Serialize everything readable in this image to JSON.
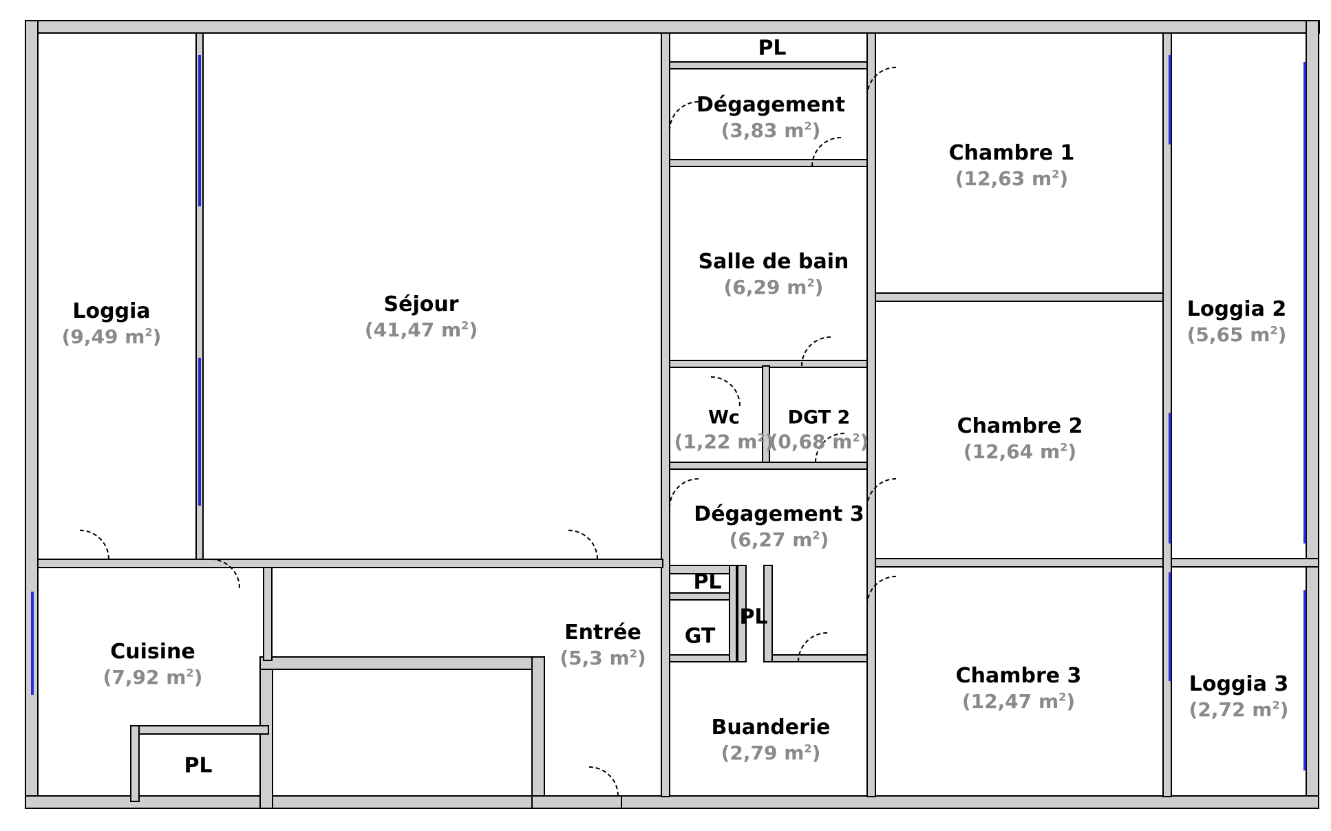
{
  "plan": {
    "area_prefix": "(",
    "area_unit": "m",
    "area_suffix": ")",
    "area_exponent": "2",
    "colors": {
      "wall_fill": "#cfcfcf",
      "wall_stroke": "#000000",
      "window": "#2b2bd6",
      "area_text": "#8a8a8a",
      "label_text": "#000000"
    },
    "rooms": [
      {
        "name": "Loggia",
        "area": "9,49"
      },
      {
        "name": "Séjour",
        "area": "41,47"
      },
      {
        "name": "PL",
        "area": ""
      },
      {
        "name": "Dégagement",
        "area": "3,83"
      },
      {
        "name": "Salle de bain",
        "area": "6,29"
      },
      {
        "name": "Chambre 1",
        "area": "12,63"
      },
      {
        "name": "Loggia 2",
        "area": "5,65"
      },
      {
        "name": "Wc",
        "area": "1,22"
      },
      {
        "name": "DGT 2",
        "area": "0,68"
      },
      {
        "name": "Chambre 2",
        "area": "12,64"
      },
      {
        "name": "Dégagement 3",
        "area": "6,27"
      },
      {
        "name": "PL",
        "area": ""
      },
      {
        "name": "PL",
        "area": ""
      },
      {
        "name": "GT",
        "area": ""
      },
      {
        "name": "Cuisine",
        "area": "7,92"
      },
      {
        "name": "PL",
        "area": ""
      },
      {
        "name": "Entrée",
        "area": "5,3"
      },
      {
        "name": "Buanderie",
        "area": "2,79"
      },
      {
        "name": "Chambre 3",
        "area": "12,47"
      },
      {
        "name": "Loggia 3",
        "area": "2,72"
      }
    ]
  }
}
